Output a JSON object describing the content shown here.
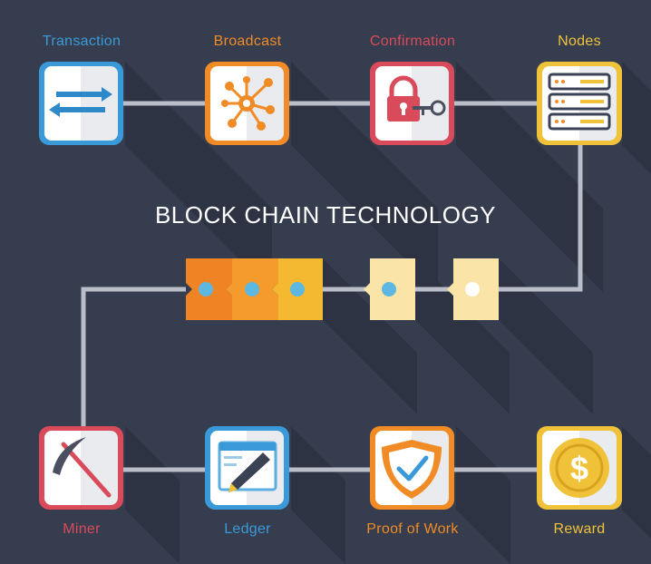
{
  "title": "BLOCK CHAIN TECHNOLOGY",
  "colors": {
    "background": "#363d4f",
    "connector": "#b9bec8",
    "blue": "#3a9ad9",
    "orange": "#f08b26",
    "red": "#d94a5a",
    "yellow": "#f0c23a"
  },
  "steps": [
    {
      "label": "Transaction",
      "icon": "transfer-arrows-icon",
      "color": "#3a9ad9"
    },
    {
      "label": "Broadcast",
      "icon": "network-hub-icon",
      "color": "#f08b26"
    },
    {
      "label": "Confirmation",
      "icon": "padlock-key-icon",
      "color": "#d94a5a"
    },
    {
      "label": "Nodes",
      "icon": "server-rack-icon",
      "color": "#f0c23a"
    },
    {
      "label": "Miner",
      "icon": "pickaxe-icon",
      "color": "#d94a5a"
    },
    {
      "label": "Ledger",
      "icon": "ledger-pencil-icon",
      "color": "#3a9ad9"
    },
    {
      "label": "Proof of Work",
      "icon": "shield-check-icon",
      "color": "#f08b26"
    },
    {
      "label": "Reward",
      "icon": "dollar-coin-icon",
      "color": "#f0c23a"
    }
  ]
}
